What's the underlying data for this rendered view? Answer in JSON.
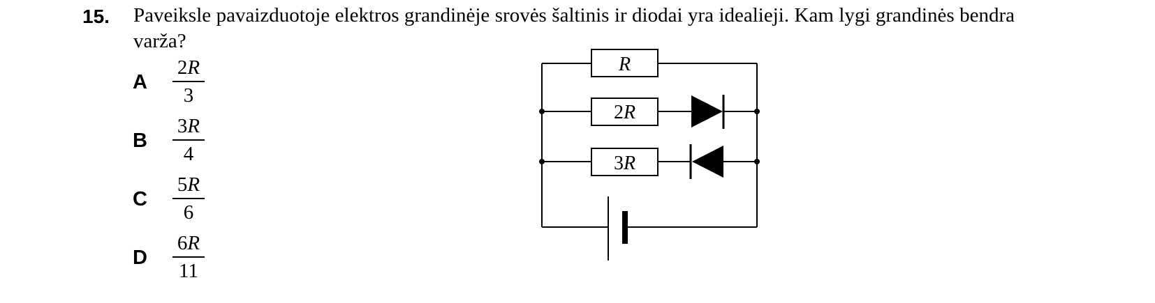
{
  "question": {
    "number": "15.",
    "text": "Paveiksle pavaizduotoje elektros grandinėje srovės šaltinis ir diodai yra idealieji. Kam lygi grandinės bendra varža?"
  },
  "options": [
    {
      "letter": "A",
      "numerator_coef": "2",
      "numerator_var": "R",
      "denominator": "3"
    },
    {
      "letter": "B",
      "numerator_coef": "3",
      "numerator_var": "R",
      "denominator": "4"
    },
    {
      "letter": "C",
      "numerator_coef": "5",
      "numerator_var": "R",
      "denominator": "6"
    },
    {
      "letter": "D",
      "numerator_coef": "6",
      "numerator_var": "R",
      "denominator": "11"
    }
  ],
  "circuit": {
    "resistors": [
      {
        "coef": "",
        "var": "R"
      },
      {
        "coef": "2",
        "var": "R"
      },
      {
        "coef": "3",
        "var": "R"
      }
    ],
    "diodes": [
      "forward",
      "reverse"
    ],
    "source": "battery"
  }
}
